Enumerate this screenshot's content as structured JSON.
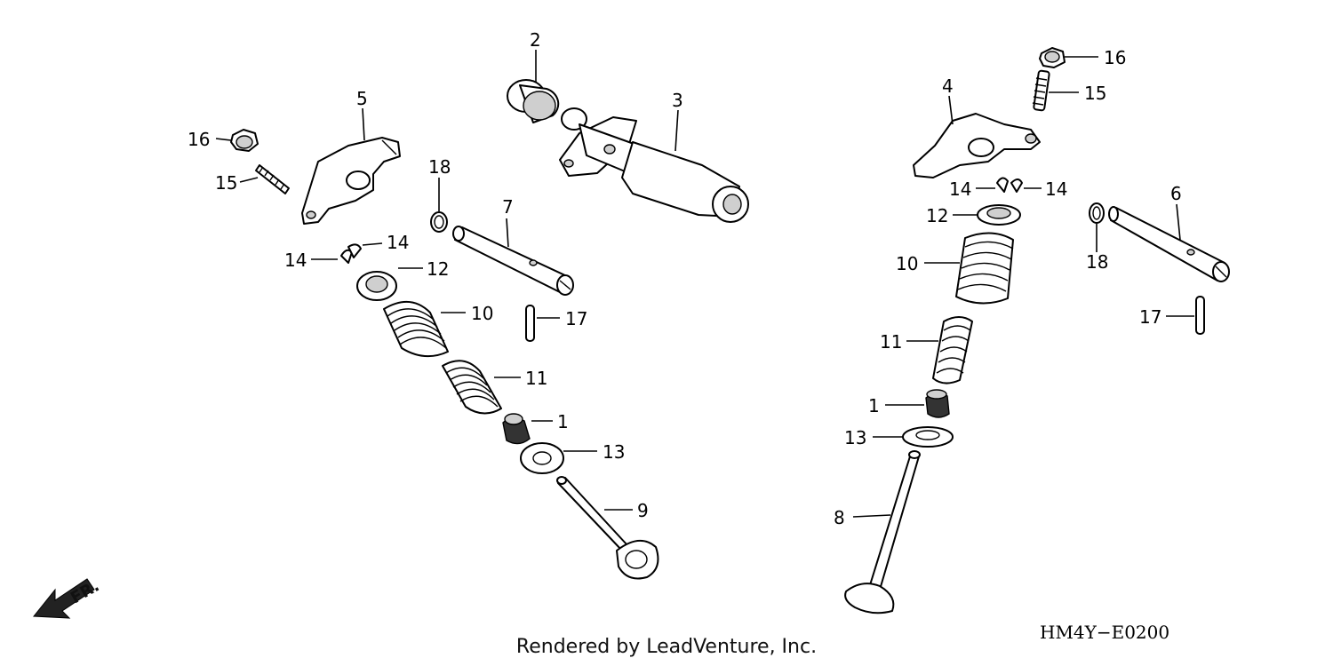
{
  "callouts": {
    "c1": "1",
    "c2": "2",
    "c3": "3",
    "c4": "4",
    "c5": "5",
    "c6": "6",
    "c7": "7",
    "c8": "8",
    "c9": "9",
    "c10": "10",
    "c11": "11",
    "c12": "12",
    "c13": "13",
    "c14": "14",
    "c15": "15",
    "c16": "16",
    "c17": "17",
    "c18": "18"
  },
  "front_marker": "FR.",
  "diagram_code": "HM4Y−E0200",
  "footer": "Rendered by LeadVenture, Inc."
}
